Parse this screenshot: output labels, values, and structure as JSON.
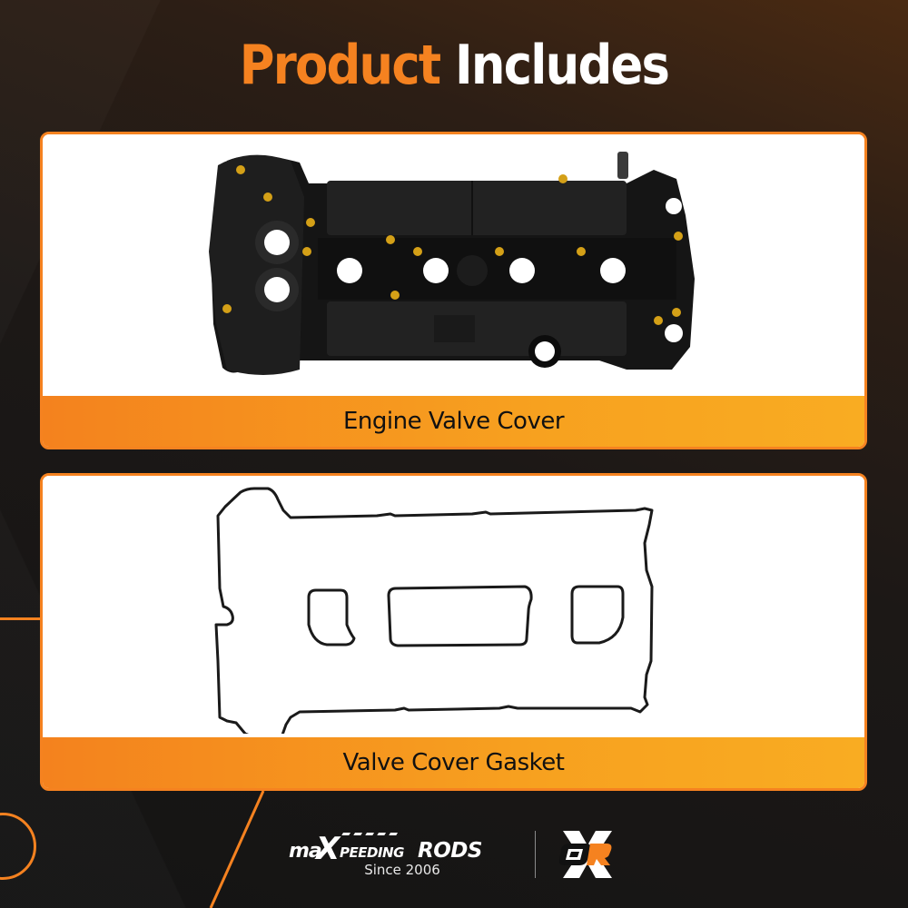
{
  "header": {
    "title_accent": "Product",
    "title_rest": "Includes"
  },
  "items": [
    {
      "caption": "Engine Valve Cover",
      "image": "engine-valve-cover-photo"
    },
    {
      "caption": "Valve Cover Gasket",
      "image": "valve-cover-gasket-outline"
    }
  ],
  "footer": {
    "brand_name": "maXpeedingRODS",
    "tagline": "Since 2006",
    "secondary_logo": "OR-x-logo"
  },
  "colors": {
    "accent": "#f58220",
    "caption_bar_start": "#f4821e",
    "caption_bar_end": "#f9ac22",
    "background_dark": "#141414",
    "background_warm": "#4a2a12",
    "title_white": "#ffffff"
  }
}
